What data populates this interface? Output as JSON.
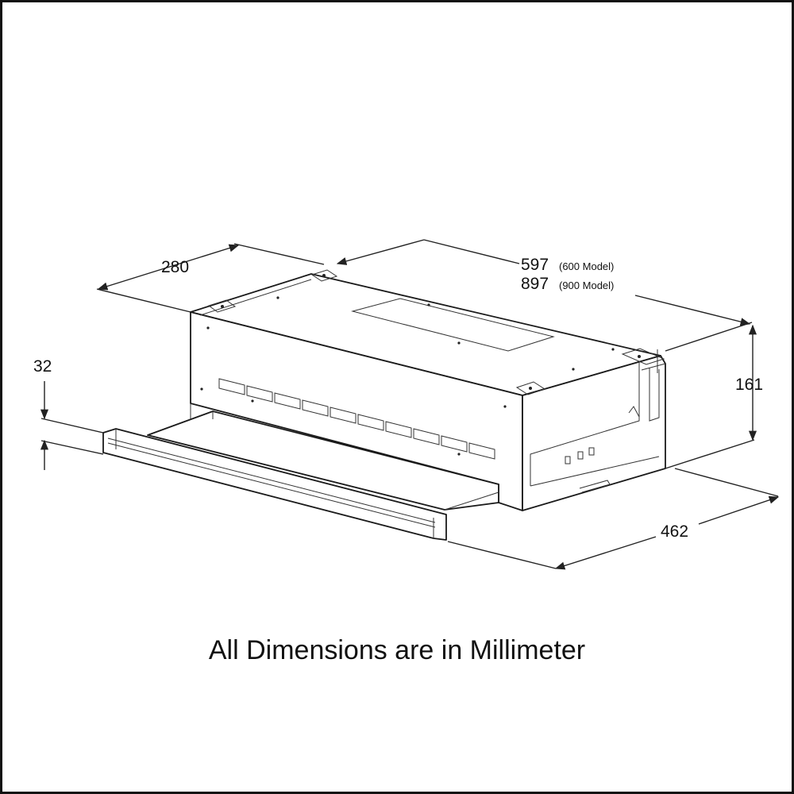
{
  "dimensions": {
    "depth": "280",
    "width_600": "597",
    "width_600_note": "(600 Model)",
    "width_900": "897",
    "width_900_note": "(900 Model)",
    "height": "161",
    "visor_height": "32",
    "extended_depth": "462"
  },
  "footnote": "All Dimensions are in Millimeter",
  "colors": {
    "line": "#222222",
    "border": "#111111",
    "background": "#ffffff"
  }
}
